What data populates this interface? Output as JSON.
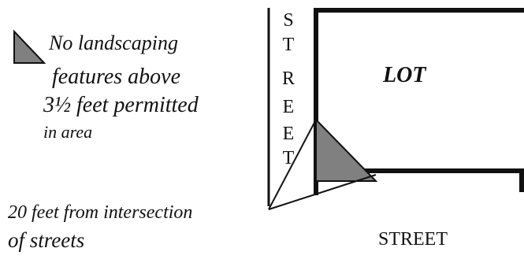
{
  "legend": {
    "lines": [
      "No landscaping",
      "features above",
      "3½ feet permitted",
      "in area"
    ]
  },
  "note": {
    "lines": [
      "20 feet from intersection",
      "of streets"
    ]
  },
  "side_street_letters": [
    "S",
    "T",
    "R",
    "E",
    "E",
    "T"
  ],
  "lot_label": "LOT",
  "bottom_street_label": "STREET",
  "colors": {
    "triangle_fill": "#808080",
    "line": "#111111"
  }
}
